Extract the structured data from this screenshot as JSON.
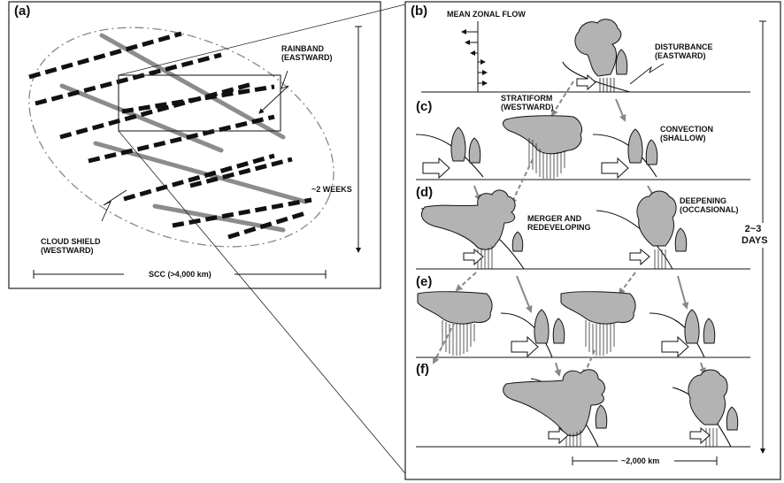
{
  "panels": {
    "a": "(a)",
    "b": "(b)",
    "c": "(c)",
    "d": "(d)",
    "e": "(e)",
    "f": "(f)"
  },
  "labels": {
    "rainband": [
      "RAINBAND",
      "(EASTWARD)"
    ],
    "cloud_shield": [
      "CLOUD SHIELD",
      "(WESTWARD)"
    ],
    "two_weeks": "~2 WEEKS",
    "scc": "SCC (>4,000 km)",
    "mean_zonal_flow": "MEAN ZONAL FLOW",
    "disturbance": [
      "DISTURBANCE",
      "(EASTWARD)"
    ],
    "stratiform": [
      "STRATIFORM",
      "(WESTWARD)"
    ],
    "convection": [
      "CONVECTION",
      "(SHALLOW)"
    ],
    "merger": [
      "MERGER AND",
      "REDEVELOPING"
    ],
    "deepening": [
      "DEEPENING",
      "(OCCASIONAL)"
    ],
    "days": [
      "2~3",
      "DAYS"
    ],
    "two_thousand_km": "~2,000 km"
  },
  "colors": {
    "cloud_fill": "#b3b3b3",
    "gray_band": "#8c8c8c",
    "line": "#111111",
    "arrow_gray": "#888888"
  }
}
